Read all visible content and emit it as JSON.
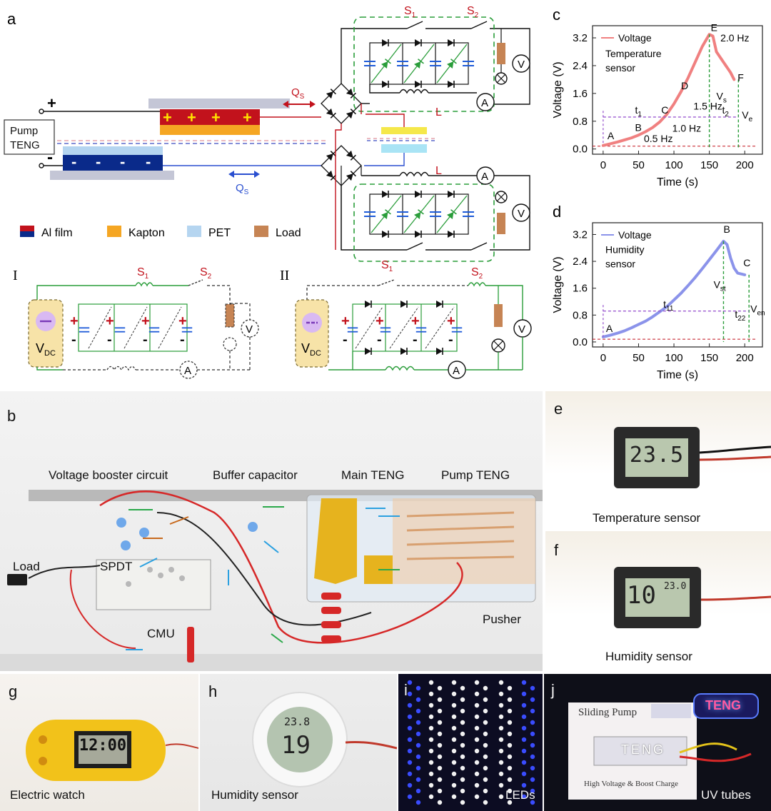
{
  "panels": {
    "a": {
      "label": "a",
      "pump_teng": "Pump\nTENG",
      "qs": "Q",
      "qs_sub": "S",
      "switch1": "S",
      "switch1_sub": "1",
      "switch2": "S",
      "switch2_sub": "2",
      "inductor": "L",
      "ammeter": "A",
      "voltmeter": "V",
      "legend": [
        "Al film",
        "Kapton",
        "PET",
        "Load"
      ],
      "sub_I": "I",
      "sub_II": "II",
      "vdc": "V",
      "vdc_sub": "DC",
      "plus": "+",
      "minus": "-"
    },
    "b": {
      "label": "b",
      "annotations": [
        "Voltage booster circuit",
        "Buffer capacitor",
        "Main TENG",
        "Pump TENG",
        "Load",
        "SPDT",
        "CMU",
        "Pusher"
      ]
    },
    "e": {
      "label": "e",
      "caption": "Temperature sensor",
      "display": "23.5"
    },
    "f": {
      "label": "f",
      "caption": "Humidity sensor",
      "display": "10",
      "display_small": "23.0"
    },
    "g": {
      "label": "g",
      "caption": "Electric watch",
      "display": "12:00"
    },
    "h": {
      "label": "h",
      "caption": "Humidity sensor",
      "display_top": "23.8",
      "display_main": "19"
    },
    "i": {
      "label": "i",
      "caption": "LEDs"
    },
    "j": {
      "label": "j",
      "caption": "UV tubes",
      "poster_title": "Sliding Pump",
      "poster_footer": "High Voltage & Boost  Charge",
      "sign": "TENG"
    }
  },
  "chart_data": [
    {
      "type": "line",
      "panel": "c",
      "label": "c",
      "series": [
        {
          "name": "Voltage",
          "color": "#f08080",
          "x": [
            0,
            10,
            20,
            30,
            40,
            50,
            60,
            70,
            80,
            90,
            100,
            110,
            120,
            130,
            140,
            150,
            155,
            160,
            170,
            180,
            185
          ],
          "y": [
            0.1,
            0.15,
            0.2,
            0.26,
            0.32,
            0.4,
            0.5,
            0.62,
            0.78,
            1.0,
            1.3,
            1.65,
            2.05,
            2.5,
            2.95,
            3.3,
            3.25,
            2.8,
            2.5,
            2.2,
            2.0
          ]
        }
      ],
      "xlabel": "Time (s)",
      "ylabel": "Voltage (V)",
      "xlim": [
        -15,
        225
      ],
      "ylim": [
        -0.15,
        3.55
      ],
      "xticks": [
        0,
        50,
        100,
        150,
        200
      ],
      "yticks": [
        0.0,
        0.8,
        1.6,
        2.4,
        3.2
      ],
      "legend_label": "Voltage",
      "inner_text": "Temperature\nsensor",
      "point_labels": [
        {
          "text": "A",
          "x": 6,
          "y": 0.28
        },
        {
          "text": "B",
          "x": 45,
          "y": 0.52
        },
        {
          "text": "C",
          "x": 82,
          "y": 1.02
        },
        {
          "text": "D",
          "x": 110,
          "y": 1.72
        },
        {
          "text": "E",
          "x": 152,
          "y": 3.4
        },
        {
          "text": "F",
          "x": 190,
          "y": 1.96
        }
      ],
      "freq_labels": [
        {
          "text": "0.5 Hz",
          "x": 78,
          "y": 0.2
        },
        {
          "text": "1.0 Hz",
          "x": 118,
          "y": 0.5
        },
        {
          "text": "1.5 Hz",
          "x": 148,
          "y": 1.13
        },
        {
          "text": "2.0 Hz",
          "x": 186,
          "y": 3.1
        }
      ],
      "interval_labels": [
        {
          "text": "t",
          "sub": "1",
          "x": 45,
          "y": 1.02
        },
        {
          "text": "t",
          "sub": "2",
          "x": 168,
          "y": 1.02
        },
        {
          "text": "V",
          "sub": "s",
          "x": 160,
          "y": 1.42
        },
        {
          "text": "V",
          "sub": "e",
          "x": 196,
          "y": 0.88
        }
      ]
    },
    {
      "type": "line",
      "panel": "d",
      "label": "d",
      "series": [
        {
          "name": "Voltage",
          "color": "#8b93ea",
          "x": [
            0,
            10,
            20,
            30,
            40,
            50,
            60,
            70,
            80,
            90,
            100,
            110,
            120,
            130,
            140,
            150,
            160,
            170,
            175,
            180,
            185,
            190,
            200
          ],
          "y": [
            0.15,
            0.2,
            0.26,
            0.33,
            0.42,
            0.52,
            0.62,
            0.75,
            0.9,
            1.05,
            1.25,
            1.45,
            1.68,
            1.92,
            2.18,
            2.45,
            2.72,
            3.0,
            2.9,
            2.5,
            2.2,
            2.05,
            2.0
          ]
        }
      ],
      "xlabel": "Time (s)",
      "ylabel": "Voltage (V)",
      "xlim": [
        -15,
        225
      ],
      "ylim": [
        -0.15,
        3.55
      ],
      "xticks": [
        0,
        50,
        100,
        150,
        200
      ],
      "yticks": [
        0.0,
        0.8,
        1.6,
        2.4,
        3.2
      ],
      "legend_label": "Voltage",
      "inner_text": "Humidity\nsensor",
      "point_labels": [
        {
          "text": "A",
          "x": 4,
          "y": 0.3
        },
        {
          "text": "B",
          "x": 170,
          "y": 3.25
        },
        {
          "text": "C",
          "x": 198,
          "y": 2.25
        }
      ],
      "freq_labels": [],
      "interval_labels": [
        {
          "text": "t",
          "sub": "11",
          "x": 85,
          "y": 1.02
        },
        {
          "text": "t",
          "sub": "22",
          "x": 186,
          "y": 0.72
        },
        {
          "text": "V",
          "sub": "st",
          "x": 156,
          "y": 1.6
        },
        {
          "text": "V",
          "sub": "en",
          "x": 208,
          "y": 0.88
        }
      ]
    }
  ]
}
